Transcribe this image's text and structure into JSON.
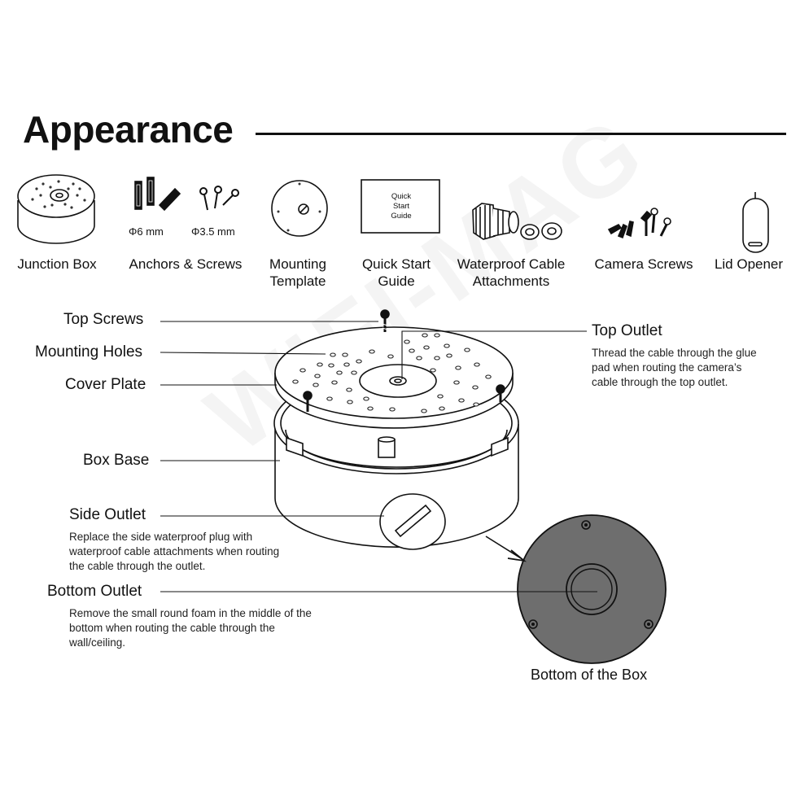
{
  "title": "Appearance",
  "items": [
    {
      "label": "Junction Box"
    },
    {
      "label": "Anchors & Screws",
      "dims": [
        "Φ6 mm",
        "Φ3.5 mm"
      ]
    },
    {
      "label_line1": "Mounting",
      "label_line2": "Template"
    },
    {
      "label_line1": "Quick Start",
      "label_line2": "Guide",
      "card_text": [
        "Quick",
        "Start",
        "Guide"
      ]
    },
    {
      "label_line1": "Waterproof Cable",
      "label_line2": "Attachments"
    },
    {
      "label": "Camera Screws"
    },
    {
      "label": "Lid Opener"
    }
  ],
  "callouts": {
    "top_screws": "Top Screws",
    "mounting_holes": "Mounting Holes",
    "cover_plate": "Cover Plate",
    "box_base": "Box Base",
    "side_outlet": {
      "label": "Side Outlet",
      "desc": [
        "Replace the side waterproof plug with",
        "waterproof cable attachments when routing",
        "the cable through the outlet."
      ]
    },
    "bottom_outlet": {
      "label": "Bottom Outlet",
      "desc": [
        "Remove the small round foam in the middle of the",
        "bottom when routing the cable through the",
        "wall/ceiling."
      ]
    },
    "top_outlet": {
      "label": "Top Outlet",
      "desc": [
        "Thread the cable through the glue",
        "pad when routing the camera’s",
        "cable through the top outlet."
      ]
    },
    "bottom_of_box": "Bottom of the Box"
  },
  "colors": {
    "ink": "#111111",
    "bottom_fill": "#6e6e6e",
    "box_fill": "#ffffff"
  },
  "watermark": "WIFI-MAG"
}
